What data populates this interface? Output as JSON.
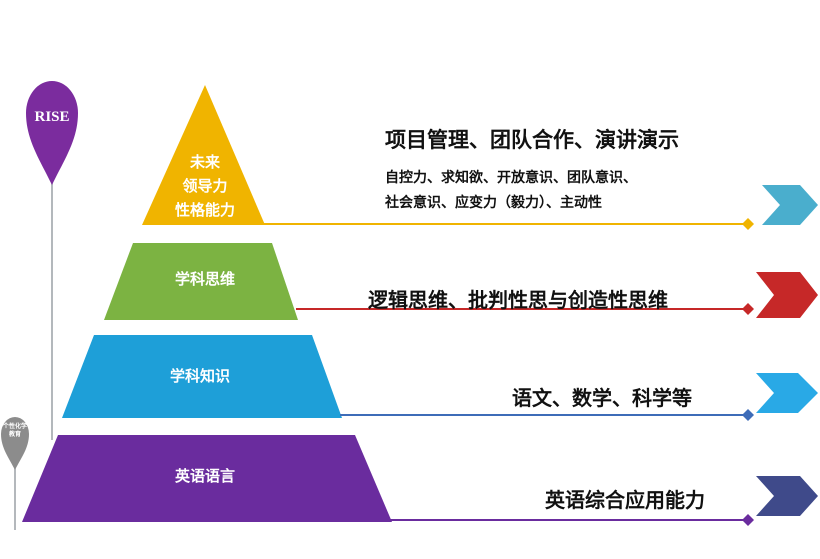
{
  "pin_top": {
    "label": "RISE",
    "color": "#7b2c9e"
  },
  "pin_bottom": {
    "label": "个性化学\n教育",
    "color": "#8c8c8c"
  },
  "tiers": [
    {
      "label_lines": [
        "未来",
        "领导力",
        "性格能力"
      ],
      "color": "#f0b400",
      "arrow_color": "#4aaecd"
    },
    {
      "label_lines": [
        "学科思维"
      ],
      "color": "#7cb342",
      "arrow_color": "#c62828"
    },
    {
      "label_lines": [
        "学科知识"
      ],
      "color": "#1e9fd8",
      "arrow_color": "#29a9e6"
    },
    {
      "label_lines": [
        "英语语言"
      ],
      "color": "#6a2c9e",
      "arrow_color": "#3f4a8a"
    }
  ],
  "descriptions": {
    "leadership_main": "项目管理、团队合作、演讲演示",
    "leadership_sub1": "自控力、求知欲、开放意识、团队意识、",
    "leadership_sub2": "社会意识、应变力（毅力）、主动性",
    "thinking": "逻辑思维、批判性思与创造性思维",
    "knowledge": "语文、数学、科学等",
    "language": "英语综合应用能力"
  }
}
